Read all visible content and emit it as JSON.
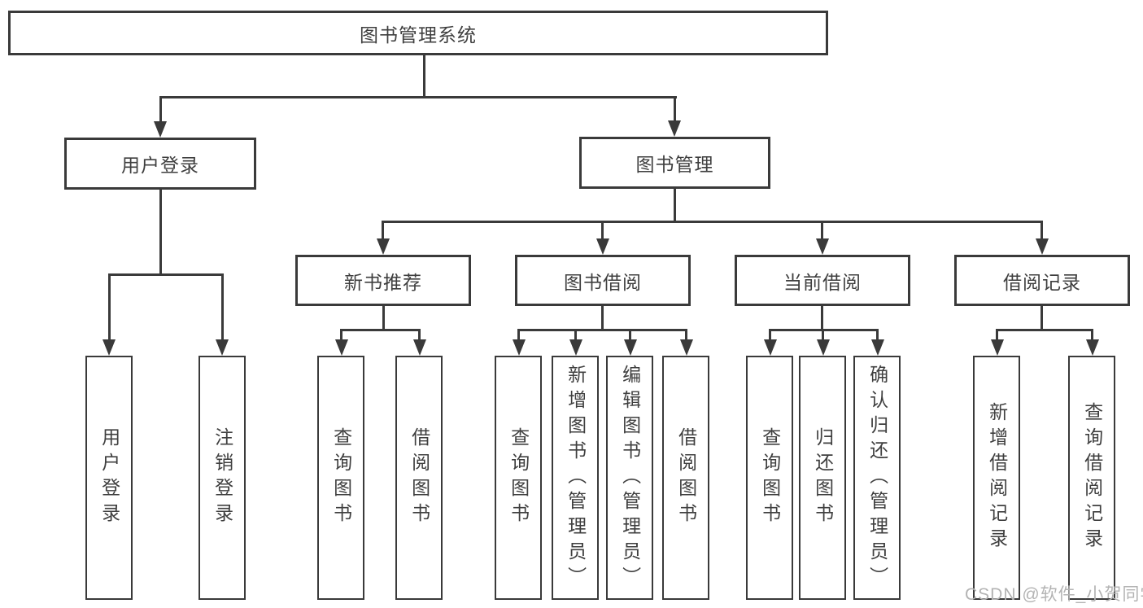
{
  "colors": {
    "line": "#3a3a3a",
    "text": "#3f3f3f",
    "box-bg": "#ffffff",
    "watermark": "#b3b3b3"
  },
  "watermark": "CSDN @软件_小贺同学",
  "tree": {
    "label": "图书管理系统",
    "children": [
      {
        "label": "用户登录",
        "children": [
          {
            "label": "用户登录"
          },
          {
            "label": "注销登录"
          }
        ]
      },
      {
        "label": "图书管理",
        "children": [
          {
            "label": "新书推荐",
            "children": [
              {
                "label": "查询图书"
              },
              {
                "label": "借阅图书"
              }
            ]
          },
          {
            "label": "图书借阅",
            "children": [
              {
                "label": "查询图书"
              },
              {
                "label": "新增图书（管理员）"
              },
              {
                "label": "编辑图书（管理员）"
              },
              {
                "label": "借阅图书"
              }
            ]
          },
          {
            "label": "当前借阅",
            "children": [
              {
                "label": "查询图书"
              },
              {
                "label": "归还图书"
              },
              {
                "label": "确认归还（管理员）"
              }
            ]
          },
          {
            "label": "借阅记录",
            "children": [
              {
                "label": "新增借阅记录"
              },
              {
                "label": "查询借阅记录"
              }
            ]
          }
        ]
      }
    ]
  }
}
